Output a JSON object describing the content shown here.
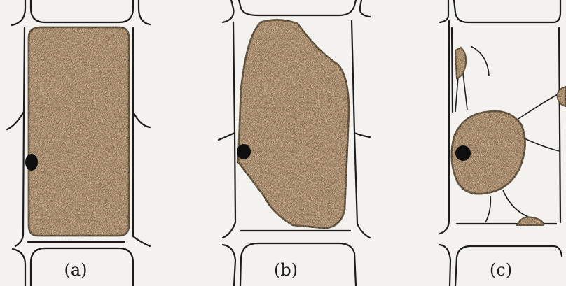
{
  "panels": [
    {
      "id": "a",
      "label": "(a)"
    },
    {
      "id": "b",
      "label": "(b)"
    },
    {
      "id": "c",
      "label": "(c)"
    }
  ],
  "colors": {
    "background": "#f4f2ef",
    "cell_wall": "#1c1c1c",
    "cytoplasm": "#e6c2a2",
    "nucleus": "#0f0f0f"
  }
}
